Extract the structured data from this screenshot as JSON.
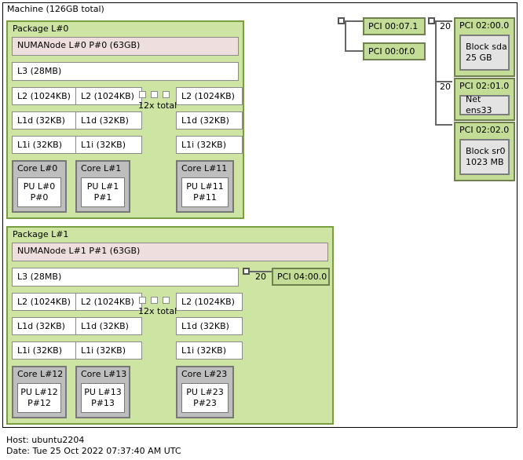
{
  "machine": {
    "label": "Machine (126GB total)"
  },
  "packages": [
    {
      "label": "Package L#0",
      "numanode": "NUMANode L#0 P#0 (63GB)",
      "l3": "L3 (28MB)",
      "l2": [
        "L2 (1024KB)",
        "L2 (1024KB)",
        "L2 (1024KB)"
      ],
      "l1d": [
        "L1d (32KB)",
        "L1d (32KB)",
        "L1d (32KB)"
      ],
      "l1i": [
        "L1i (32KB)",
        "L1i (32KB)",
        "L1i (32KB)"
      ],
      "cores": [
        "Core L#0",
        "Core L#1",
        "Core L#11"
      ],
      "pus": [
        "PU L#0\nP#0",
        "PU L#1\nP#1",
        "PU L#11\nP#11"
      ],
      "total_note": "12x total"
    },
    {
      "label": "Package L#1",
      "numanode": "NUMANode L#1 P#1 (63GB)",
      "l3": "L3 (28MB)",
      "l2": [
        "L2 (1024KB)",
        "L2 (1024KB)",
        "L2 (1024KB)"
      ],
      "l1d": [
        "L1d (32KB)",
        "L1d (32KB)",
        "L1d (32KB)"
      ],
      "l1i": [
        "L1i (32KB)",
        "L1i (32KB)",
        "L1i (32KB)"
      ],
      "cores": [
        "Core L#12",
        "Core L#13",
        "Core L#23"
      ],
      "pus": [
        "PU L#12\nP#12",
        "PU L#13\nP#13",
        "PU L#23\nP#23"
      ],
      "total_note": "12x total",
      "pci_link_speed": "20",
      "pci_device": "PCI 04:00.0"
    }
  ],
  "pci_group_left": {
    "devices": [
      "PCI 00:07.1",
      "PCI 00:0f.0"
    ]
  },
  "pci_group_right": {
    "devices": [
      {
        "label": "PCI 02:00.0",
        "link_speed": "20",
        "osdev": "Block sda\n25 GB"
      },
      {
        "label": "PCI 02:01.0",
        "link_speed": "20",
        "osdev": "Net ens33"
      },
      {
        "label": "PCI 02:02.0",
        "link_speed": "",
        "osdev": "Block sr0\n1023 MB"
      }
    ]
  },
  "footer": {
    "host": "Host: ubuntu2204",
    "date": "Date: Tue 25 Oct 2022 07:37:40 AM UTC"
  },
  "colors": {
    "package_fill": "#cde4a2",
    "package_border": "#7a9e42",
    "numanode_fill": "#efdede",
    "core_fill": "#bebebe",
    "pci_fill": "#c3dc96",
    "osdev_fill": "#e3e3e3",
    "line": "#666666"
  }
}
